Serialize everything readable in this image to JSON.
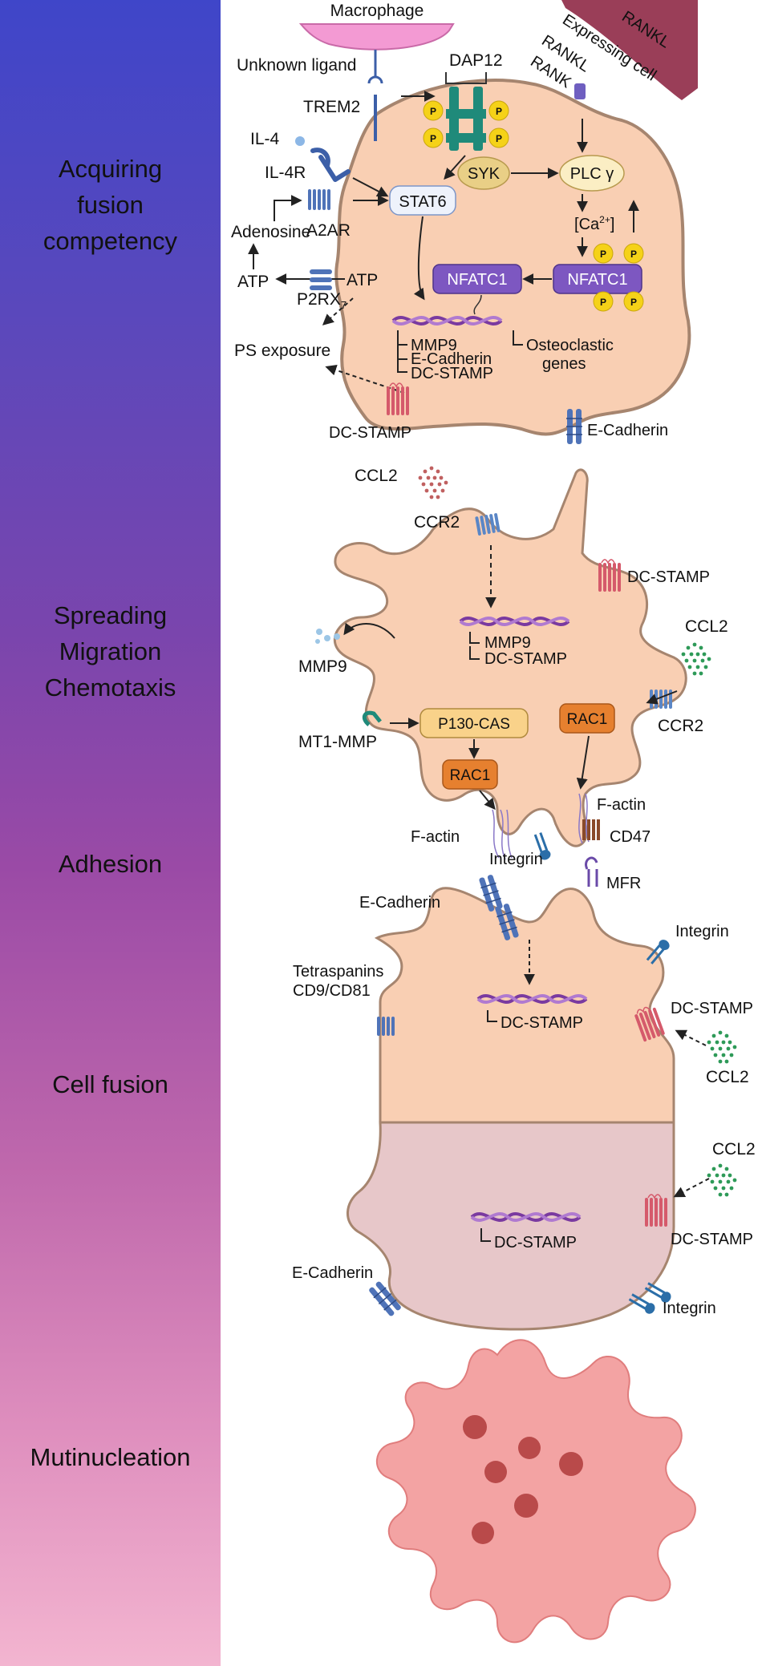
{
  "stages": [
    {
      "text": "Acquiring\nfusion\ncompetency"
    },
    {
      "text": "Spreading\nMigration\nChemotaxis"
    },
    {
      "text": "Adhesion"
    },
    {
      "text": "Cell fusion"
    },
    {
      "text": "Mutinucleation"
    }
  ],
  "labels": {
    "macrophage": "Macrophage",
    "unknown_ligand": "Unknown ligand",
    "rankl_1": "RANKL",
    "rankl_2": "RANKL",
    "rank": "RANK",
    "expressing_cell": "Expressing cell",
    "dap12": "DAP12",
    "trem2": "TREM2",
    "il4": "IL-4",
    "il4r": "IL-4R",
    "syk": "SYK",
    "plcg": "PLC γ",
    "stat6": "STAT6",
    "a2ar": "A2AR",
    "adenosine": "Adenosine",
    "atp_out": "ATP",
    "atp_in": "ATP",
    "p2rx": "P2RX",
    "p2rx_sub": "7",
    "ca": "Ca",
    "ca_sup": "2+",
    "nfatc1_a": "NFATC1",
    "nfatc1_b": "NFATC1",
    "ps_exposure": "PS exposure",
    "mmp9_gene": "MMP9",
    "ecad_gene": "E-Cadherin",
    "dcstamp_gene": "DC-STAMP",
    "osteo_1": "Osteoclastic",
    "osteo_2": "genes",
    "dcstamp_1": "DC-STAMP",
    "ecad_1": "E-Cadherin",
    "ccl2_1": "CCL2",
    "ccr2_1": "CCR2",
    "dcstamp_2": "DC-STAMP",
    "mmp9_gene2": "MMP9",
    "dcstamp_gene2": "DC-STAMP",
    "ccl2_2": "CCL2",
    "mmp9": "MMP9",
    "ccr2_2": "CCR2",
    "rac1_a": "RAC1",
    "p130": "P130-CAS",
    "mt1mmp": "MT1-MMP",
    "rac1_b": "RAC1",
    "factin_1": "F-actin",
    "factin_2": "F-actin",
    "cd47": "CD47",
    "integrin_1": "Integrin",
    "ecad_2": "E-Cadherin",
    "mfr": "MFR",
    "integrin_2": "Integrin",
    "tetra_1": "Tetraspanins",
    "tetra_2": "CD9/CD81",
    "dcstamp_gene3": "DC-STAMP",
    "dcstamp_3": "DC-STAMP",
    "ccl2_3": "CCL2",
    "ccl2_4": "CCL2",
    "dcstamp_gene4": "DC-STAMP",
    "dcstamp_4": "DC-STAMP",
    "ecad_3": "E-Cadherin",
    "integrin_3": "Integrin",
    "p": "P"
  },
  "colors": {
    "cell": "#f9cfb3",
    "cell_border": "#a6856f",
    "fused_lower": "#e7c7c9",
    "multinuc": "#f3a3a3",
    "nucleus": "#b94a4a",
    "macrophage": "#f39ad3",
    "rankl_cell": "#9a3e58",
    "nfatc1": "#7d57c1",
    "rac1": "#e6802f",
    "p130": "#f9d28a",
    "phospho": "#f5d218",
    "syk": "#e9cf86",
    "stat6": "#eef2fb",
    "receptor_blue": "#4f73b8",
    "dcstamp_red": "#d55a6b",
    "dna": "#7a3aa0"
  }
}
